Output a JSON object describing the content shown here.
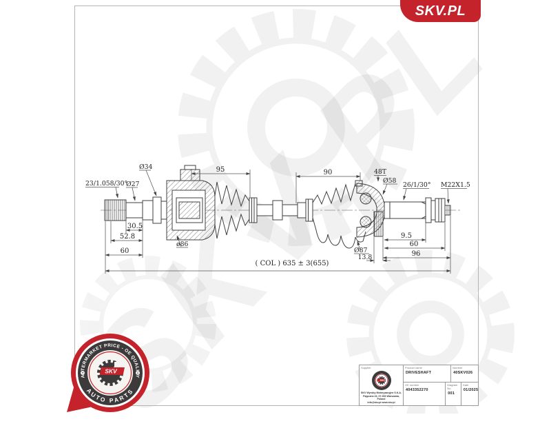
{
  "brand": {
    "logo_text": "SKV.PL",
    "brand_red": "#c4232b"
  },
  "watermark": {
    "text": "SKV.PL"
  },
  "drawing": {
    "labels": {
      "left_spline": "23/1.058/30°",
      "d27": "Ø27",
      "d34": "Ø34",
      "dim_30_5": "30.5",
      "dim_52_8": "52.8",
      "dim_60_left": "60",
      "d86": "ø86",
      "dim_95": "95",
      "dim_90": "90",
      "teeth": "48T",
      "d58": "Ø58",
      "right_spline": "26/1/30°",
      "thread": "M22X1.5",
      "dim_9_5": "9.5",
      "dim_60_right": "60",
      "dim_96": "96",
      "d87": "Ø87",
      "dim_13_8": "13.8",
      "overall": "( COL ) 635 ± 3(655)"
    }
  },
  "badge": {
    "ring_top": "AFTERMARKET PRICE - OE QUALITY",
    "ring_bottom": "AUTO PARTS",
    "center_text": "SKV"
  },
  "title_block": {
    "supplier_label": "Supplier",
    "company_lines": [
      "SKV Wyroby Motoryzacyjne S.K.A.",
      "Pajęczna 23, 07-300 Warszawa, Poland",
      "info@skv.pl  www.skv.pl"
    ],
    "product_name_label": "Product name",
    "product_name": "DRIVESHAFT",
    "number_label": "Number",
    "number": "40SKV026",
    "oe_label": "OE number",
    "oe_number": "4043352270",
    "diagram_label": "Diagram No.",
    "diagram_no": "001",
    "date_label": "Date",
    "date": "01/2025"
  }
}
